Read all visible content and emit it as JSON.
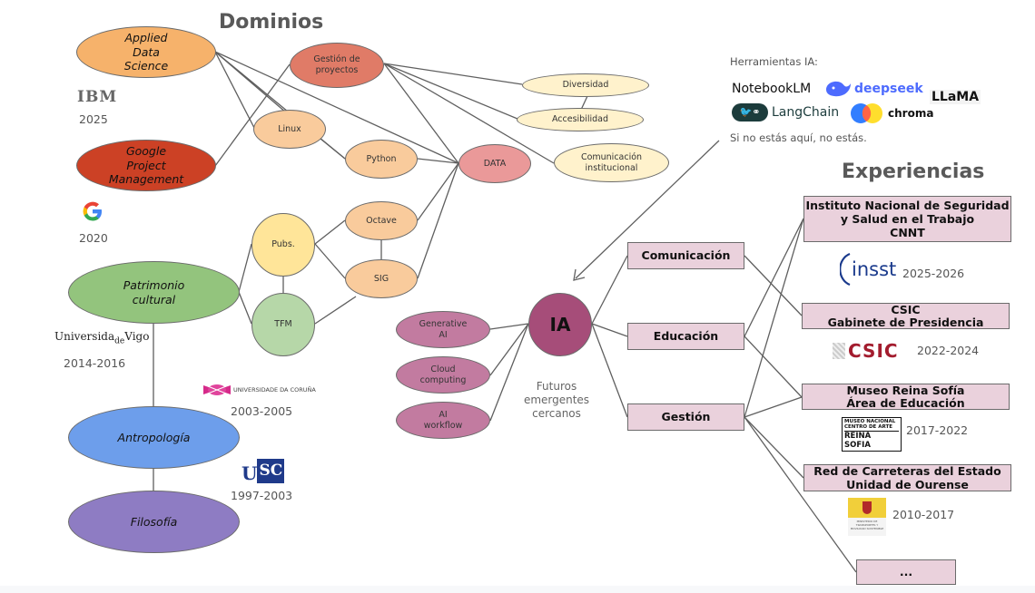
{
  "titles": {
    "dominios": "Dominios",
    "experiencias": "Experiencias"
  },
  "education": [
    {
      "label": "Applied Data Science",
      "line1": "Applied",
      "line2": "Data",
      "line3": "Science",
      "institution": "IBM",
      "years": "2025",
      "color": "#f6b26b"
    },
    {
      "label": "Google Project Management",
      "line1": "Google",
      "line2": "Project",
      "line3": "Management",
      "institution": "Google",
      "years": "2020",
      "color": "#cc4125"
    },
    {
      "label": "Patrimonio cultural",
      "line1": "Patrimonio",
      "line2": "cultural",
      "institution": "Universidade de Vigo",
      "years": "2014-2016",
      "color": "#93c47d"
    },
    {
      "label": "Antropología",
      "institution": "Universidade da Coruña",
      "years": "2003-2005",
      "color": "#6d9eeb"
    },
    {
      "label": "Filosofía",
      "institution": "USC",
      "years": "1997-2003",
      "color": "#8e7cc3"
    }
  ],
  "logos": {
    "ibm": "IBM",
    "google": "G",
    "uvigo_a": "Universida",
    "uvigo_b": "de",
    "uvigo_c": "Vigo",
    "udc": "UNIVERSIDADE DA CORUÑA",
    "usc": "USC",
    "insst": "insst",
    "csic": "CSIC",
    "reina_1": "MUSEO NACIONAL",
    "reina_2": "CENTRO DE ARTE",
    "reina_3": "REINA SOFIA",
    "ministerio": "MINISTERIO DE TRANSPORTES Y MOVILIDAD SOSTENIBLE"
  },
  "skills": {
    "gestion_proyectos_1": "Gestión de",
    "gestion_proyectos_2": "proyectos",
    "linux": "Linux",
    "python": "Python",
    "data": "DATA",
    "diversidad": "Diversidad",
    "accesibilidad": "Accesibilidad",
    "comunicacion_inst_1": "Comunicación",
    "comunicacion_inst_2": "institucional",
    "pubs": "Pubs.",
    "tfm": "TFM",
    "octave": "Octave",
    "sig": "SIG"
  },
  "ia": {
    "center": "IA",
    "generative_1": "Generative",
    "generative_2": "AI",
    "cloud_1": "Cloud",
    "cloud_2": "computing",
    "workflow_1": "AI",
    "workflow_2": "workflow",
    "caption_1": "Futuros",
    "caption_2": "emergentes",
    "caption_3": "cercanos"
  },
  "tools": {
    "heading": "Herramientas IA:",
    "items": [
      "NotebookLM",
      "deepseek",
      "LLaMA",
      "LangChain",
      "chroma"
    ],
    "tagline": "Si no estás aquí, no estás."
  },
  "areas": [
    "Comunicación",
    "Educación",
    "Gestión"
  ],
  "experiences": [
    {
      "line1": "Instituto Nacional de Seguridad",
      "line2": "y Salud en el Trabajo",
      "line3": "CNNT",
      "years": "2025-2026"
    },
    {
      "line1": "CSIC",
      "line2": "Gabinete de Presidencia",
      "years": "2022-2024"
    },
    {
      "line1": "Museo Reina Sofía",
      "line2": "Área de Educación",
      "years": "2017-2022"
    },
    {
      "line1": "Red de Carreteras del Estado",
      "line2": "Unidad de Ourense",
      "years": "2010-2017"
    },
    {
      "line1": "..."
    }
  ],
  "colors": {
    "line": "#5f5f5f",
    "gestion_proyectos": "#e07b67",
    "skill_orange": "#f9cb9c",
    "data": "#ea9999",
    "cream": "#fff2cc",
    "pubs": "#ffe599",
    "tfm": "#b6d7a8",
    "ia_center": "#a64d79",
    "ia_sub": "#c27ba0",
    "box": "#ead1dc"
  }
}
